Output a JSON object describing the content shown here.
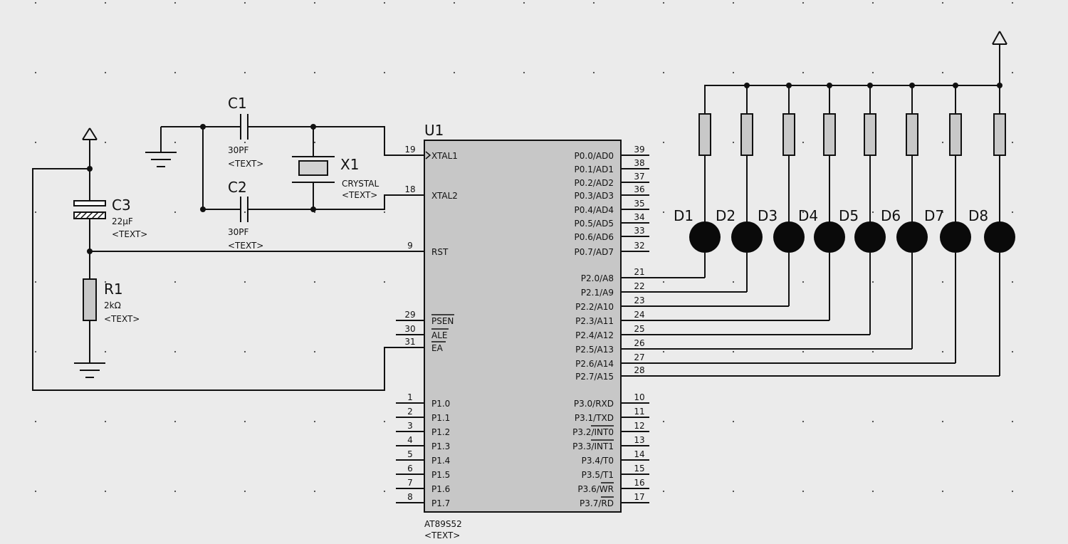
{
  "chip": {
    "ref": "U1",
    "part": "AT89S52",
    "text": "<TEXT>",
    "left_pins": [
      {
        "num": "19",
        "name": "XTAL1"
      },
      {
        "num": "18",
        "name": "XTAL2"
      },
      {
        "num": "9",
        "name": "RST"
      },
      {
        "num": "29",
        "name": "PSEN"
      },
      {
        "num": "30",
        "name": "ALE"
      },
      {
        "num": "31",
        "name": "EA"
      },
      {
        "num": "1",
        "name": "P1.0"
      },
      {
        "num": "2",
        "name": "P1.1"
      },
      {
        "num": "3",
        "name": "P1.2"
      },
      {
        "num": "4",
        "name": "P1.3"
      },
      {
        "num": "5",
        "name": "P1.4"
      },
      {
        "num": "6",
        "name": "P1.5"
      },
      {
        "num": "7",
        "name": "P1.6"
      },
      {
        "num": "8",
        "name": "P1.7"
      }
    ],
    "right_pins": [
      {
        "num": "39",
        "name": "P0.0/AD0"
      },
      {
        "num": "38",
        "name": "P0.1/AD1"
      },
      {
        "num": "37",
        "name": "P0.2/AD2"
      },
      {
        "num": "36",
        "name": "P0.3/AD3"
      },
      {
        "num": "35",
        "name": "P0.4/AD4"
      },
      {
        "num": "34",
        "name": "P0.5/AD5"
      },
      {
        "num": "33",
        "name": "P0.6/AD6"
      },
      {
        "num": "32",
        "name": "P0.7/AD7"
      },
      {
        "num": "21",
        "name": "P2.0/A8"
      },
      {
        "num": "22",
        "name": "P2.1/A9"
      },
      {
        "num": "23",
        "name": "P2.2/A10"
      },
      {
        "num": "24",
        "name": "P2.3/A11"
      },
      {
        "num": "25",
        "name": "P2.4/A12"
      },
      {
        "num": "26",
        "name": "P2.5/A13"
      },
      {
        "num": "27",
        "name": "P2.6/A14"
      },
      {
        "num": "28",
        "name": "P2.7/A15"
      },
      {
        "num": "10",
        "name": "P3.0/RXD"
      },
      {
        "num": "11",
        "name": "P3.1/TXD"
      },
      {
        "num": "12",
        "name": "P3.2/INT0"
      },
      {
        "num": "13",
        "name": "P3.3/INT1"
      },
      {
        "num": "14",
        "name": "P3.4/T0"
      },
      {
        "num": "15",
        "name": "P3.5/T1"
      },
      {
        "num": "16",
        "name": "P3.6/WR"
      },
      {
        "num": "17",
        "name": "P3.7/RD"
      }
    ]
  },
  "components": {
    "c1": {
      "ref": "C1",
      "value": "30PF",
      "text": "<TEXT>"
    },
    "c2": {
      "ref": "C2",
      "value": "30PF",
      "text": "<TEXT>"
    },
    "x1": {
      "ref": "X1",
      "value": "CRYSTAL",
      "text": "<TEXT>"
    },
    "c3": {
      "ref": "C3",
      "value": "22μF",
      "text": "<TEXT>"
    },
    "r1": {
      "ref": "R1",
      "value": "2kΩ",
      "text": "<TEXT>"
    }
  },
  "leds": [
    "D1",
    "D2",
    "D3",
    "D4",
    "D5",
    "D6",
    "D7",
    "D8"
  ]
}
